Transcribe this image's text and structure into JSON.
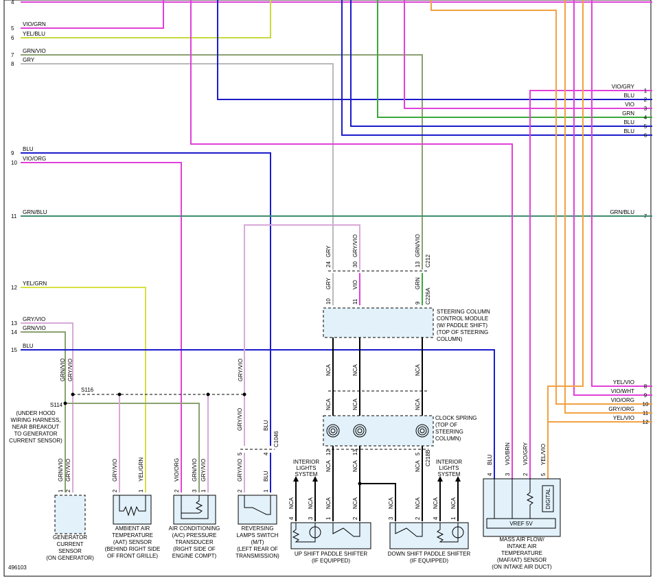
{
  "left_pins": [
    {
      "num": "4",
      "label": ""
    },
    {
      "num": "5",
      "label": "VIO/GRN"
    },
    {
      "num": "6",
      "label": "YEL/BLU"
    },
    {
      "num": "7",
      "label": "GRN/VIO"
    },
    {
      "num": "8",
      "label": "GRY"
    },
    {
      "num": "9",
      "label": "BLU"
    },
    {
      "num": "10",
      "label": "VIO/ORG"
    },
    {
      "num": "11",
      "label": "GRN/BLU"
    },
    {
      "num": "12",
      "label": "YEL/GRN"
    },
    {
      "num": "13",
      "label": "GRY/VIO"
    },
    {
      "num": "14",
      "label": "GRN/VIO"
    },
    {
      "num": "15",
      "label": "BLU"
    }
  ],
  "right_pins_top": [
    {
      "num": "1",
      "label": "VIO/GRY"
    },
    {
      "num": "2",
      "label": "BLU"
    },
    {
      "num": "3",
      "label": "VIO"
    },
    {
      "num": "4",
      "label": "GRN"
    },
    {
      "num": "5",
      "label": "BLU"
    },
    {
      "num": "6",
      "label": "BLU"
    }
  ],
  "right_pin_mid": {
    "num": "7",
    "label": "GRN/BLU"
  },
  "right_pins_bottom": [
    {
      "num": "8",
      "label": "YEL/VIO"
    },
    {
      "num": "9",
      "label": "VIO/WHT"
    },
    {
      "num": "10",
      "label": "VIO/ORG"
    },
    {
      "num": "11",
      "label": "GRY/ORG"
    },
    {
      "num": "12",
      "label": "YEL/VIO"
    }
  ],
  "scm": {
    "title": [
      "STEERING COLUMN",
      "CONTROL MODULE",
      "(W/ PADDLE SHIFT)",
      "(TOP OF STEERING",
      "COLUMN)"
    ],
    "c212": "C212",
    "c226a": "C226A",
    "top_pins": [
      {
        "num": "24",
        "label": "GRY"
      },
      {
        "num": "30",
        "label": "GRY/VIO"
      },
      {
        "num": "13",
        "label": "GRN/VIO"
      }
    ],
    "mid_pins": [
      {
        "num": "10",
        "label": "GRY"
      },
      {
        "num": "11",
        "label": "VIO"
      },
      {
        "num": "9",
        "label": "GRN"
      }
    ]
  },
  "clock_spring": {
    "title": [
      "CLOCK SPRING",
      "(TOP OF",
      "STEERING",
      "COLUMN)"
    ],
    "c218b": "C218B",
    "pins": [
      {
        "num": "12",
        "label": "NCA"
      },
      {
        "num": "13",
        "label": "NCA"
      },
      {
        "num": "5",
        "label": "NCA"
      }
    ]
  },
  "nca": "NCA",
  "s116": "S116",
  "s114": "S114",
  "s114_note": [
    "(UNDER HOOD",
    "WIRING HARNESS,",
    "NEAR BREAKOUT",
    "TO GENERATOR",
    "CURRENT SENSOR)"
  ],
  "c1046": "C1046",
  "interior_lights": [
    "INTERIOR",
    "LIGHTS",
    "SYSTEM"
  ],
  "vref": "VREF 5V",
  "digital": "DIGITAL",
  "components": {
    "gen": {
      "pins": [
        {
          "num": "1",
          "label": "GRN/VIO"
        },
        {
          "num": "2",
          "label": "GRY/VIO"
        }
      ],
      "title": [
        "GENERATOR",
        "CURRENT",
        "SENSOR",
        "(ON GENERATOR)"
      ]
    },
    "aat": {
      "pins": [
        {
          "num": "2",
          "label": "GRY/VIO"
        },
        {
          "num": "1",
          "label": "YEL/GRN"
        }
      ],
      "title": [
        "AMBIENT AIR",
        "TEMPERATURE",
        "(AAT) SENSOR",
        "(BEHIND RIGHT SIDE",
        "OF FRONT GRILLE)"
      ]
    },
    "ac": {
      "pins": [
        {
          "num": "2",
          "label": "VIO/ORG"
        },
        {
          "num": "3",
          "label": "GRN/VIO"
        },
        {
          "num": "1",
          "label": "GRY/VIO"
        }
      ],
      "title": [
        "AIR CONDITIONING",
        "(A/C) PRESSURE",
        "TRANSDUCER",
        "(RIGHT SIDE OF",
        "ENGINE COMPT)"
      ]
    },
    "rev": {
      "pins": [
        {
          "num": "2",
          "label": "GRY/VIO"
        },
        {
          "num": "1",
          "label": "BLU"
        }
      ],
      "title": [
        "REVERSING",
        "LAMPS SWITCH",
        "(M/T)",
        "(LEFT REAR OF",
        "TRANSMISSION)"
      ],
      "upper": [
        {
          "num": "5",
          "label": "GRY/VIO"
        },
        {
          "num": "4",
          "label": "BLU"
        }
      ]
    },
    "up": {
      "pins": [
        {
          "num": "4",
          "label": "NCA"
        },
        {
          "num": "3",
          "label": "NCA"
        },
        {
          "num": "1",
          "label": "NCA"
        },
        {
          "num": "2",
          "label": "NCA"
        }
      ],
      "title": [
        "UP SHIFT PADDLE SHIFTER",
        "(IF EQUIPPED)"
      ]
    },
    "down": {
      "pins": [
        {
          "num": "3",
          "label": "NCA"
        },
        {
          "num": "2",
          "label": "NCA"
        },
        {
          "num": "4",
          "label": "NCA"
        },
        {
          "num": "1",
          "label": "NCA"
        }
      ],
      "title": [
        "DOWN SHIFT PADDLE SHIFTER",
        "(IF EQUIPPED)"
      ]
    },
    "maf": {
      "pins": [
        {
          "num": "4",
          "label": "BLU"
        },
        {
          "num": "3",
          "label": "VIO/BRN"
        },
        {
          "num": "2",
          "label": "VIO/GRY"
        },
        {
          "num": "5",
          "label": "YEL/VIO"
        }
      ],
      "title": [
        "MASS AIR FLOW/",
        "INTAKE AIR",
        "TEMPERATURE",
        "(MAF/IAT) SENSOR",
        "(ON INTAKE AIR DUCT)"
      ]
    }
  },
  "figure_id": "496103",
  "colors": {
    "vio": "#e040d8",
    "blu": "#1a1acc",
    "grn": "#3aa83a",
    "gry": "#b8b8b8",
    "yel": "#c8d83c",
    "orange": "#f2a040",
    "grnblu": "#3c8c6c",
    "grnvio": "#8aa070",
    "gryvio": "#d8a8d8",
    "yelgrn": "#d6e040"
  }
}
